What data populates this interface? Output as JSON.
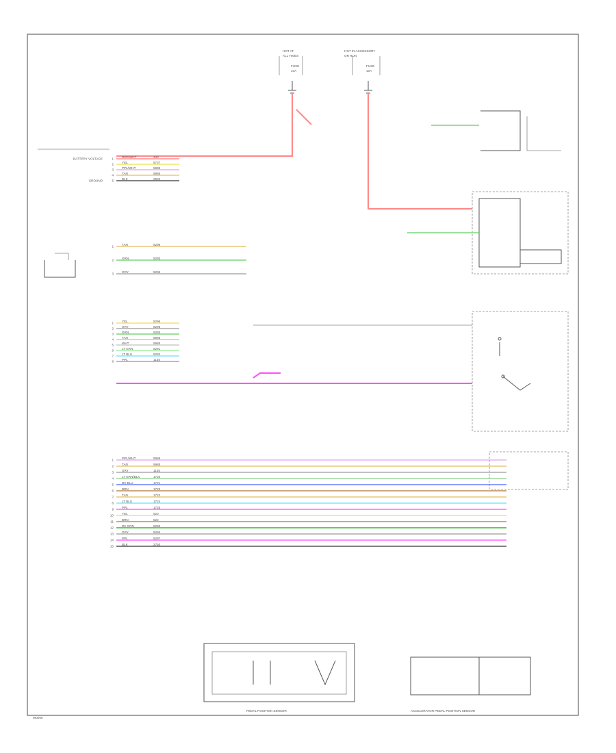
{
  "diagram": {
    "footer_code": "W0000",
    "fuses": [
      {
        "lines": [
          "HOT AT",
          "ALL TIMES",
          "FUSE",
          "10A"
        ]
      },
      {
        "lines": [
          "HOT IN ACCESSORY",
          "OR RUN",
          "FUSE",
          "10A"
        ]
      }
    ],
    "ecm_top_pins": [
      {
        "pin": "1",
        "label": "BATTERY VOLTAGE",
        "wire": "RED/WHT",
        "code": "440"
      },
      {
        "pin": "2",
        "label": "",
        "wire": "YEL",
        "code": "5737"
      },
      {
        "pin": "3",
        "label": "",
        "wire": "PPL/WHT",
        "code": "5986"
      },
      {
        "pin": "4",
        "label": "",
        "wire": "TAN",
        "code": "5985"
      },
      {
        "pin": "5",
        "label": "GROUND",
        "wire": "BLK",
        "code": "2550"
      }
    ],
    "ecm_mid_pins": [
      {
        "pin": "1",
        "label": "",
        "wire": "TAN",
        "code": "5296"
      },
      {
        "pin": "2",
        "label": "",
        "wire": "GRN",
        "code": "5293"
      },
      {
        "pin": "3",
        "label": "",
        "wire": "GRY",
        "code": "5295"
      }
    ],
    "panel_pins": [
      {
        "pin": "1",
        "label": "",
        "wire": "YEL",
        "code": "5296"
      },
      {
        "pin": "2",
        "label": "",
        "wire": "GRY",
        "code": "5295"
      },
      {
        "pin": "3",
        "label": "",
        "wire": "GRN",
        "code": "5293"
      },
      {
        "pin": "4",
        "label": "",
        "wire": "TAN",
        "code": "5986"
      },
      {
        "pin": "5",
        "label": "",
        "wire": "WHT",
        "code": "5985"
      },
      {
        "pin": "6",
        "label": "",
        "wire": "LT GRN",
        "code": "5291"
      },
      {
        "pin": "7",
        "label": "",
        "wire": "LT BLU",
        "code": "5292"
      },
      {
        "pin": "8",
        "label": "",
        "wire": "PPL",
        "code": "1135"
      }
    ],
    "tcm_pins": [
      {
        "pin": "1",
        "label": "",
        "wire": "PPL/WHT",
        "code": "5986"
      },
      {
        "pin": "2",
        "label": "",
        "wire": "TAN",
        "code": "5985"
      },
      {
        "pin": "3",
        "label": "",
        "wire": "GRY",
        "code": "1135"
      },
      {
        "pin": "4",
        "label": "",
        "wire": "LT GRN/BLK",
        "code": "1720"
      },
      {
        "pin": "5",
        "label": "",
        "wire": "DK BLU",
        "code": "1721"
      },
      {
        "pin": "6",
        "label": "",
        "wire": "BRN",
        "code": "1723"
      },
      {
        "pin": "7",
        "label": "",
        "wire": "TAN",
        "code": "1722"
      },
      {
        "pin": "8",
        "label": "",
        "wire": "LT BLU",
        "code": "1724"
      },
      {
        "pin": "9",
        "label": "",
        "wire": "PPL",
        "code": "1725"
      },
      {
        "pin": "10",
        "label": "",
        "wire": "YEL",
        "code": "520"
      },
      {
        "pin": "11",
        "label": "",
        "wire": "BRN",
        "code": "522"
      },
      {
        "pin": "12",
        "label": "",
        "wire": "DK GRN",
        "code": "5290"
      },
      {
        "pin": "13",
        "label": "",
        "wire": "GRY",
        "code": "5294"
      },
      {
        "pin": "14",
        "label": "",
        "wire": "PPL",
        "code": "5297"
      },
      {
        "pin": "15",
        "label": "",
        "wire": "BLK",
        "code": "2750"
      }
    ],
    "footer_captions": [
      "PEDAL POSITION SENSOR",
      "ACCELERATOR PEDAL POSITION SENSOR"
    ]
  }
}
